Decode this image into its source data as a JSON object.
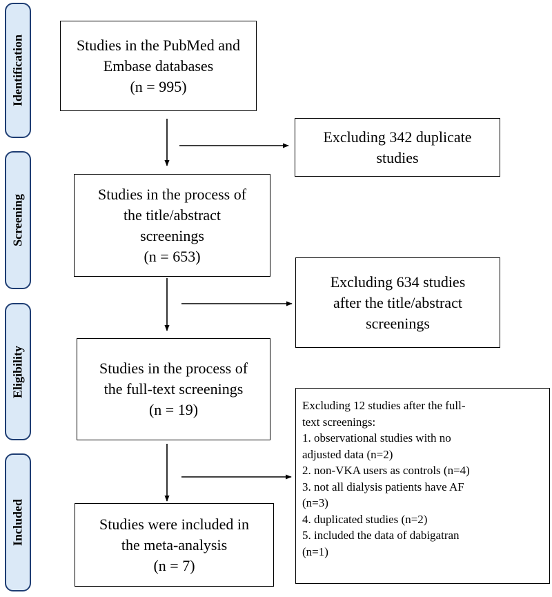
{
  "stages": [
    {
      "key": "identification",
      "label": "Identification"
    },
    {
      "key": "screening",
      "label": "Screening"
    },
    {
      "key": "eligibility",
      "label": "Eligibility"
    },
    {
      "key": "included",
      "label": "Included"
    }
  ],
  "main_boxes": {
    "identification": {
      "lines": [
        "Studies in the PubMed and",
        "Embase databases",
        "(n = 995)"
      ]
    },
    "screening": {
      "lines": [
        "Studies in the process of",
        "the title/abstract",
        "screenings",
        "(n = 653)"
      ]
    },
    "eligibility": {
      "lines": [
        "Studies in the process of",
        "the full-text screenings",
        "(n = 19)"
      ]
    },
    "included": {
      "lines": [
        "Studies were included in",
        "the meta-analysis",
        "(n = 7)"
      ]
    }
  },
  "exclusion_boxes": {
    "duplicates": {
      "lines": [
        "Excluding 342 duplicate",
        "studies"
      ]
    },
    "title_abstract": {
      "lines": [
        "Excluding 634 studies",
        "after the title/abstract",
        "screenings"
      ]
    },
    "full_text": {
      "lines": [
        "Excluding  12 studies after the full-",
        "text screenings:",
        "1. observational studies with no",
        "adjusted data (n=2)",
        "2. non-VKA users as controls (n=4)",
        "3. not all dialysis patients have AF",
        "(n=3)",
        "4. duplicated studies (n=2)",
        "5. included the data of dabigatran",
        "(n=1)"
      ]
    }
  }
}
